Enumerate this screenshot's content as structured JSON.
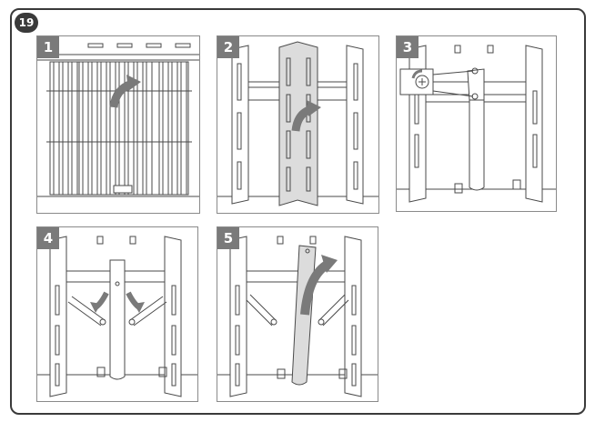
{
  "page": {
    "number": "19"
  },
  "steps": [
    {
      "number": "1",
      "subject": "cooking-grates"
    },
    {
      "number": "2",
      "subject": "flavorizer-bars"
    },
    {
      "number": "3",
      "subject": "burner-screw-removal"
    },
    {
      "number": "4",
      "subject": "burner-brackets-rotate"
    },
    {
      "number": "5",
      "subject": "burner-tube-removal"
    }
  ],
  "colors": {
    "line": "#4a4a4a",
    "arrow": "#7a7a7a",
    "shade": "#dcdcdc",
    "badge": "#7a7a7a"
  }
}
